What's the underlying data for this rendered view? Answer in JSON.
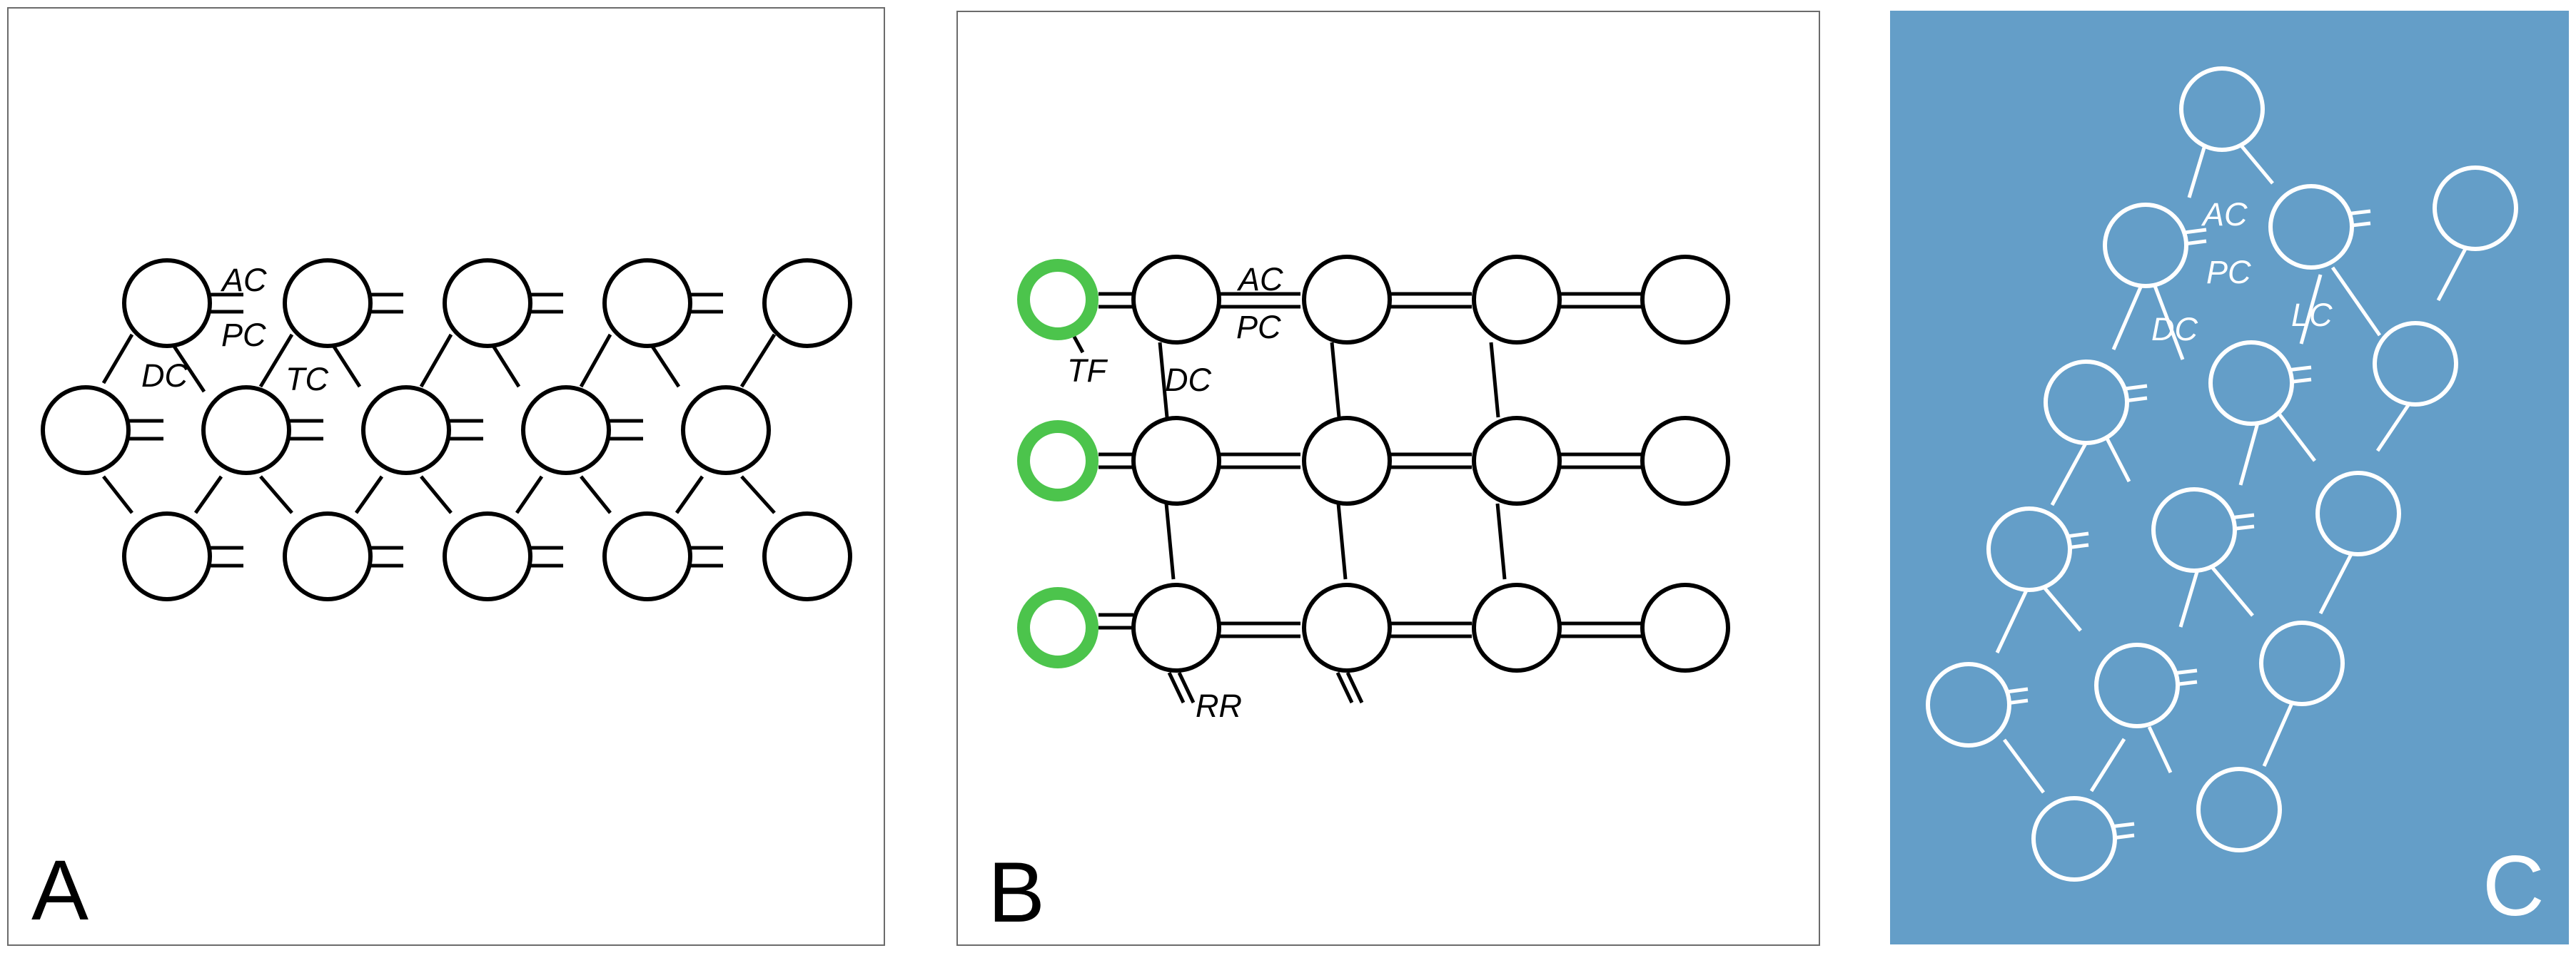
{
  "colors": {
    "frame": "#6b6b6b",
    "ink": "#000000",
    "ring_green": "#4cc44c",
    "panel_c_bg": "#649ec8",
    "panel_c_ink": "#ffffff"
  },
  "panel_a": {
    "letter": "A",
    "labels": {
      "ac": "AC",
      "pc": "PC",
      "dc": "DC",
      "tc": "TC"
    }
  },
  "panel_b": {
    "letter": "B",
    "labels": {
      "ac": "AC",
      "pc": "PC",
      "dc": "DC",
      "tf": "TF",
      "rr": "RR"
    }
  },
  "panel_c": {
    "letter": "C",
    "labels": {
      "ac": "AC",
      "pc": "PC",
      "dc": "DC",
      "lc": "LC"
    }
  }
}
